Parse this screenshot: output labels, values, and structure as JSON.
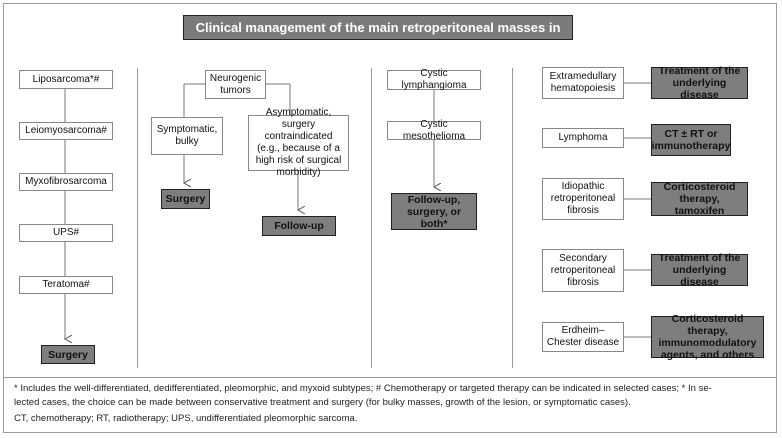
{
  "title": "Clinical management of the main retroperitoneal masses in adults",
  "column1": {
    "items": [
      "Liposarcoma*#",
      "Leiomyosarcoma#",
      "Myxofibrosarcoma",
      "UPS#",
      "Teratoma#"
    ],
    "treatment": "Surgery"
  },
  "column2": {
    "root": "Neurogenic tumors",
    "left_branch": "Symptomatic, bulky",
    "left_treatment": "Surgery",
    "right_branch": "Asymptomatic, surgery contraindicated (e.g., because of a high risk of surgical morbidity)",
    "right_treatment": "Follow-up"
  },
  "column3": {
    "items": [
      "Cystic lymphangioma",
      "Cystic mesothelioma"
    ],
    "treatment": "Follow-up, surgery, or both*"
  },
  "column4": {
    "rows": [
      {
        "condition": "Extramedullary hematopoiesis",
        "treatment": "Treatment of the underlying disease"
      },
      {
        "condition": "Lymphoma",
        "treatment": "CT ± RT or immunotherapy"
      },
      {
        "condition": "Idiopathic retroperitoneal fibrosis",
        "treatment": "Corticosteroid therapy, tamoxifen"
      },
      {
        "condition": "Secondary retroperitoneal fibrosis",
        "treatment": "Treatment of the underlying disease"
      },
      {
        "condition": "Erdheim–Chester disease",
        "treatment": "Corticosteroid therapy, immunomodulatory agents, and others"
      }
    ]
  },
  "footnotes": {
    "line1": "* Includes the well-differentiated, dedifferentiated, pleomorphic, and myxoid subtypes; # Chemotherapy or targeted therapy can be indicated in selected cases; * In se-",
    "line2": "lected cases, the choice can be made between conservative treatment and surgery (for bulky masses, growth of the lesion, or symptomatic cases).",
    "line3": "CT, chemotherapy; RT, radiotherapy; UPS, undifferentiated pleomorphic sarcoma."
  }
}
